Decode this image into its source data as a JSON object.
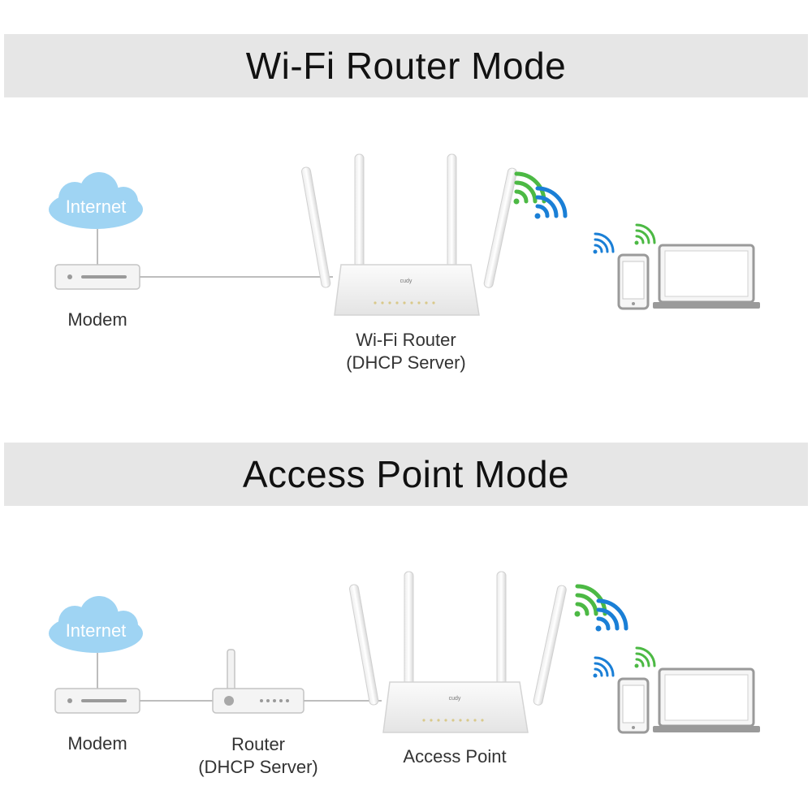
{
  "section1": {
    "title": "Wi-Fi Router Mode",
    "cloud_label": "Internet",
    "modem_label": "Modem",
    "router_label_line1": "Wi-Fi Router",
    "router_label_line2": "(DHCP Server)",
    "brand_mark": "cudy"
  },
  "section2": {
    "title": "Access Point Mode",
    "cloud_label": "Internet",
    "modem_label": "Modem",
    "router_label_line1": "Router",
    "router_label_line2": "(DHCP Server)",
    "ap_label": "Access Point",
    "brand_mark": "cudy"
  },
  "colors": {
    "cloud": "#9fd4f3",
    "wifi_green": "#4cb944",
    "wifi_blue": "#1a7fd6",
    "device_gray": "#9a9a9a",
    "band_gray": "#e6e6e6"
  }
}
